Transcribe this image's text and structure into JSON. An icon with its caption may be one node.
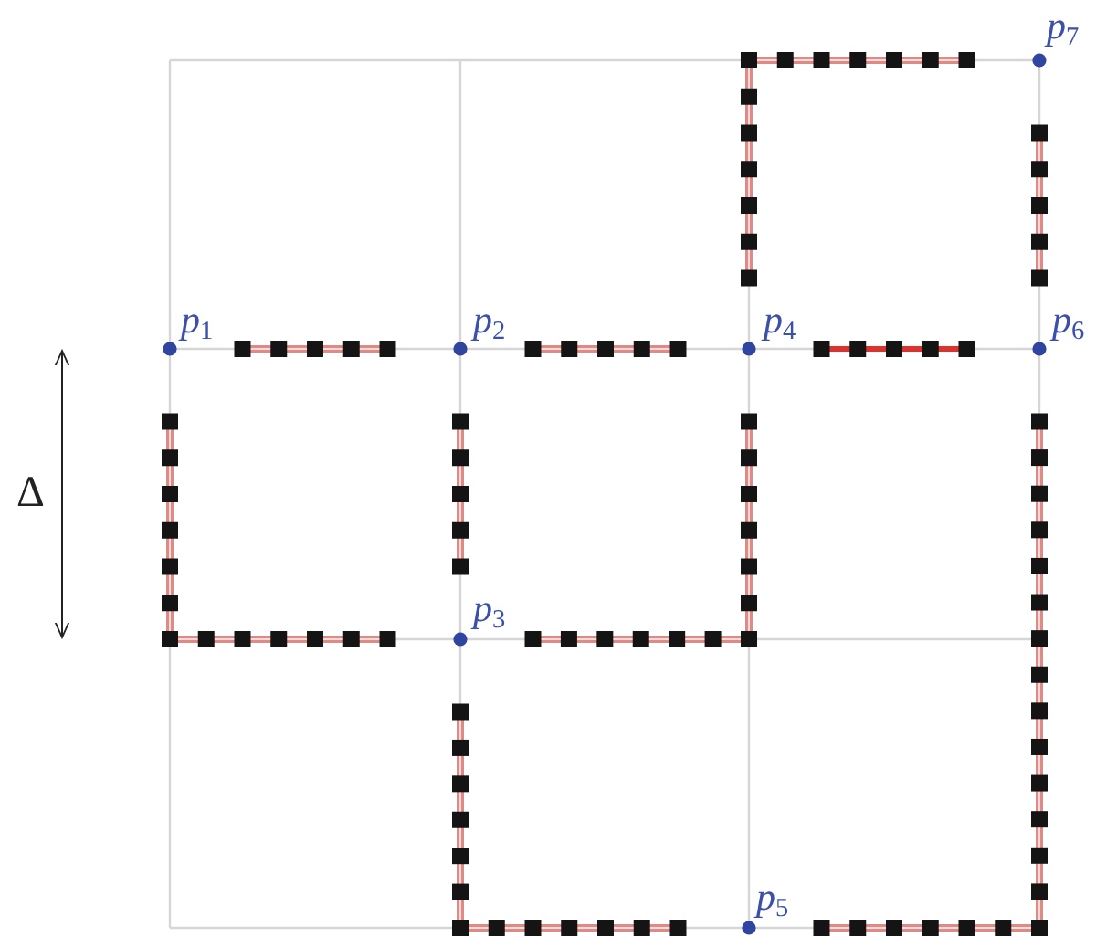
{
  "diagram": {
    "labels": [
      "Δ",
      "*p*$_{1}$",
      "*p*$_{2}$",
      "*p*$_{3}$",
      "*p*$_{4}$",
      "*p*$_{5}$",
      "*p*$_{6}$",
      "*p*$_{7}$"
    ]
  }
}
